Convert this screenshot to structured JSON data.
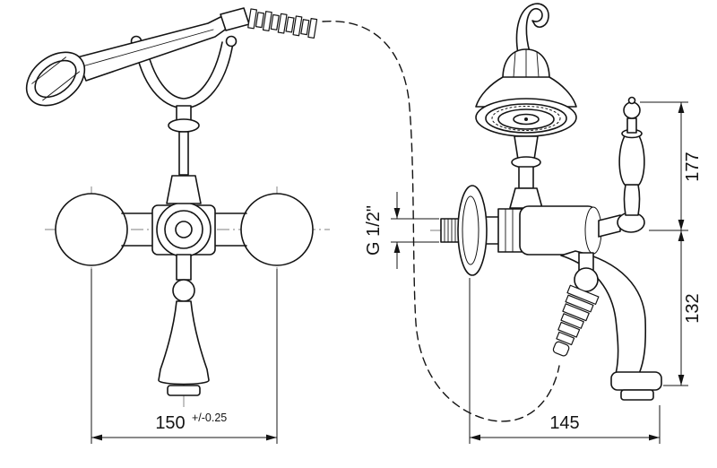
{
  "drawing": {
    "title": "bathtub-mixer-technical-drawing",
    "dimensions": {
      "front_width": {
        "value": "150",
        "tolerance": "+/-0.25"
      },
      "thread_size": "G 1/2\"",
      "side_height_upper": "177",
      "side_height_lower": "132",
      "side_depth": "145"
    },
    "line_color": "#141414",
    "background": "#ffffff"
  }
}
